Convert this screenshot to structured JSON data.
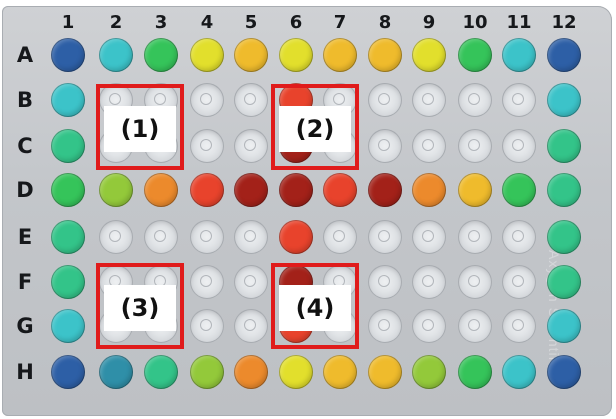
{
  "columns": [
    "1",
    "2",
    "3",
    "4",
    "5",
    "6",
    "7",
    "8",
    "9",
    "10",
    "11",
    "12"
  ],
  "rows": [
    "A",
    "B",
    "C",
    "D",
    "E",
    "F",
    "G",
    "H"
  ],
  "colors": {
    "navy": "#2d5fa6",
    "teal_dark": "#2f8fa8",
    "cyan": "#3cc3c9",
    "green_teal": "#33c489",
    "green": "#35c45a",
    "lime": "#93c93a",
    "yellow": "#e2df2c",
    "orange_yellow": "#efbb2c",
    "orange": "#ec8a2c",
    "red": "#e8432c",
    "dark_red": "#a32119"
  },
  "wells": [
    [
      "navy",
      "cyan",
      "green",
      "yellow",
      "orange_yellow",
      "yellow",
      "orange_yellow",
      "orange_yellow",
      "yellow",
      "green",
      "cyan",
      "navy"
    ],
    [
      "cyan",
      "",
      "",
      "",
      "",
      "red",
      "",
      "",
      "",
      "",
      "",
      "cyan"
    ],
    [
      "green_teal",
      "",
      "",
      "",
      "",
      "dark_red",
      "",
      "",
      "",
      "",
      "",
      "green_teal"
    ],
    [
      "green",
      "lime",
      "orange",
      "red",
      "dark_red",
      "dark_red",
      "red",
      "dark_red",
      "orange",
      "orange_yellow",
      "green",
      "green_teal"
    ],
    [
      "green_teal",
      "",
      "",
      "",
      "",
      "red",
      "",
      "",
      "",
      "",
      "",
      "green_teal"
    ],
    [
      "green_teal",
      "",
      "",
      "",
      "",
      "dark_red",
      "",
      "",
      "",
      "",
      "",
      "green_teal"
    ],
    [
      "cyan",
      "",
      "",
      "",
      "",
      "red",
      "",
      "",
      "",
      "",
      "",
      "cyan"
    ],
    [
      "navy",
      "teal_dark",
      "green_teal",
      "lime",
      "orange",
      "yellow",
      "orange_yellow",
      "orange_yellow",
      "lime",
      "green",
      "cyan",
      "navy"
    ]
  ],
  "boxes": [
    {
      "label": "(1)"
    },
    {
      "label": "(2)"
    },
    {
      "label": "(3)"
    },
    {
      "label": "(4)"
    }
  ],
  "brand_text": "Axygen Scientific"
}
